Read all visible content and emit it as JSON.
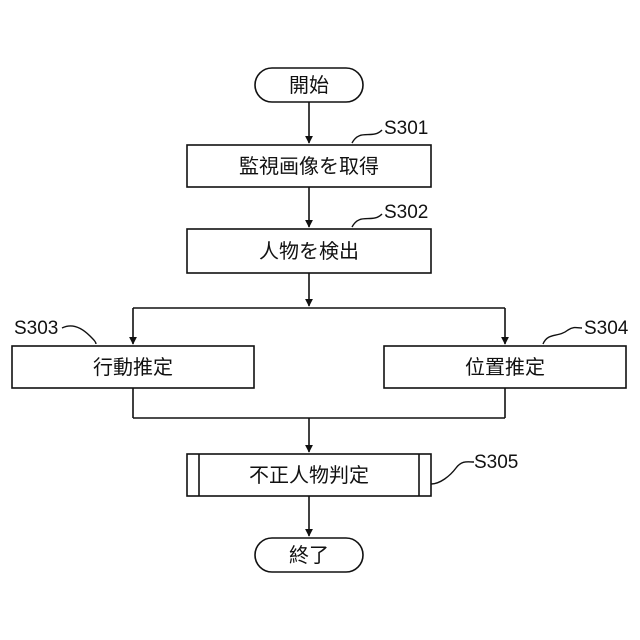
{
  "flowchart": {
    "start": "開始",
    "end": "終了",
    "steps": [
      {
        "id": "S301",
        "label": "監視画像を取得"
      },
      {
        "id": "S302",
        "label": "人物を検出"
      },
      {
        "id": "S303",
        "label": "行動推定"
      },
      {
        "id": "S304",
        "label": "位置推定"
      },
      {
        "id": "S305",
        "label": "不正人物判定"
      }
    ]
  }
}
